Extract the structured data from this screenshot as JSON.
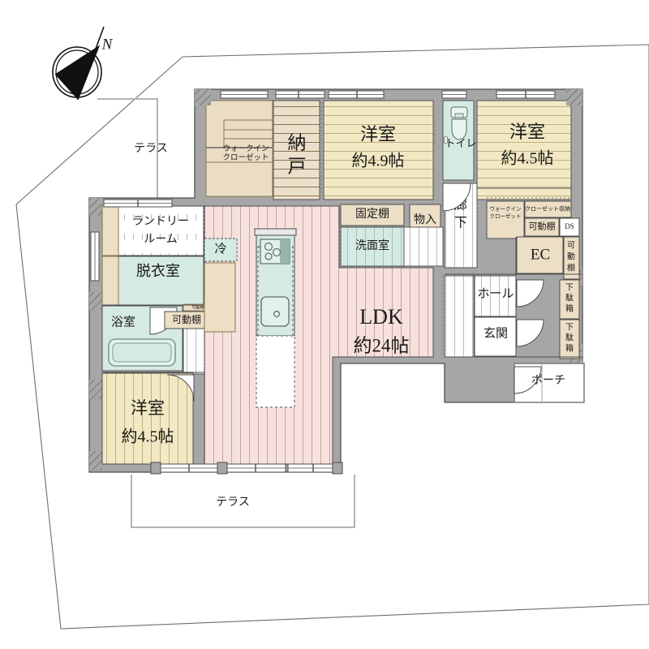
{
  "plan": {
    "type": "japanese-floor-plan",
    "compass": {
      "label": "N",
      "name": "north-arrow"
    },
    "outdoor": {
      "terrace_top": "テラス",
      "terrace_bottom": "テラス",
      "porch": "ポーチ"
    },
    "rooms": [
      {
        "id": "walk-in-closet-north",
        "label": "ウォークイン\nクローゼット",
        "line1": "ウォークイン",
        "line2": "クローゼット",
        "floor": "tatami-beige"
      },
      {
        "id": "nando",
        "label": "納戸",
        "line1": "納",
        "line2": "戸",
        "floor": "wood-beige"
      },
      {
        "id": "washitsu-49",
        "label": "洋室\n約4.9帖",
        "line1": "洋室",
        "line2": "約4.9帖",
        "floor": "wood-cream"
      },
      {
        "id": "toilet",
        "label": "トイレ",
        "line1": "トイレ",
        "floor": "mint"
      },
      {
        "id": "washitsu-45-ne",
        "label": "洋室\n約4.5帖",
        "line1": "洋室",
        "line2": "約4.5帖",
        "floor": "wood-cream"
      },
      {
        "id": "laundry-room",
        "label": "ランドリー\nルーム",
        "line1": "ランドリー",
        "line2": "ルーム",
        "floor": "white"
      },
      {
        "id": "datsuishitsu",
        "label": "脱衣室",
        "line1": "脱衣室",
        "floor": "mint"
      },
      {
        "id": "yokushitsu",
        "label": "浴室",
        "line1": "浴室",
        "floor": "mint"
      },
      {
        "id": "washitsu-45-sw",
        "label": "洋室\n約4.5帖",
        "line1": "洋室",
        "line2": "約4.5帖",
        "floor": "wood-cream"
      },
      {
        "id": "ldk",
        "label": "LDK\n約24帖",
        "line1": "LDK",
        "line2": "約24帖",
        "floor": "wood-pink"
      },
      {
        "id": "senmenshitsu",
        "label": "洗面室",
        "line1": "洗面室",
        "floor": "mint"
      },
      {
        "id": "rouka",
        "label": "廊下",
        "line1": "廊",
        "line2": "下",
        "floor": "white"
      },
      {
        "id": "hall",
        "label": "ホール",
        "line1": "ホール",
        "floor": "white"
      },
      {
        "id": "genkan",
        "label": "玄関",
        "line1": "玄関",
        "floor": "white"
      }
    ],
    "small_labels": [
      {
        "id": "kotei-dana",
        "text": "固定棚"
      },
      {
        "id": "mono-ire",
        "text": "物入"
      },
      {
        "id": "reizouko",
        "text": "冷"
      },
      {
        "id": "kado-dana-small-left",
        "text": "可動棚"
      },
      {
        "id": "kado-dana-left",
        "text": "可動棚"
      },
      {
        "id": "walk-in-closet-east",
        "line1": "ウォークイン",
        "line2": "クローゼット"
      },
      {
        "id": "closet-shuuno",
        "text": "クローゼット収納"
      },
      {
        "id": "kado-dana-top-right",
        "text": "可動棚"
      },
      {
        "id": "ds",
        "text": "DS"
      },
      {
        "id": "ec",
        "text": "EC"
      },
      {
        "id": "kado-dana-right",
        "line1": "可",
        "line2": "動",
        "line3": "棚"
      },
      {
        "id": "getabako-1",
        "line1": "下",
        "line2": "駄",
        "line3": "箱"
      },
      {
        "id": "getabako-2",
        "line1": "下",
        "line2": "駄",
        "line3": "箱"
      }
    ],
    "fixtures": [
      {
        "id": "kitchen-island",
        "parts": [
          "stove-burners",
          "sink"
        ]
      },
      {
        "id": "bathtub"
      },
      {
        "id": "toilet-bowl"
      }
    ],
    "colors": {
      "wall": "#a6a6a6",
      "wood_cream": "#f2e8c4",
      "wood_pink": "#f7e1dd",
      "wood_beige": "#ece0cb",
      "tatami_beige": "#ebddc4",
      "mint": "#d6eae4",
      "closet_fill": "#ecdfc6",
      "line": "#4d4d4d",
      "boundary": "#808080"
    }
  }
}
